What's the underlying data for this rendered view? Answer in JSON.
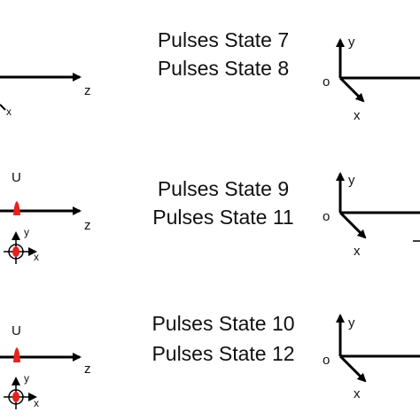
{
  "colors": {
    "line": "#000000",
    "particle": "#e8201e",
    "text": "#111111"
  },
  "icons": {
    "arrow": "arrow-icon",
    "particle": "red-particle-icon",
    "crosshair": "beam-cross-section-icon"
  },
  "rows": [
    {
      "state_lines": [
        "Pulses State 7",
        "Pulses State 8"
      ],
      "left_axis_label": "z",
      "left_corner_label": "x",
      "right_y_label": "y",
      "right_origin_label": "o",
      "right_x_label": "x"
    },
    {
      "state_lines": [
        "Pulses State 9",
        "Pulses State 11"
      ],
      "u_label": "U",
      "left_axis_label": "z",
      "small_y_label": "y",
      "small_x_label": "x",
      "right_y_label": "y",
      "right_origin_label": "o",
      "right_x_label": "x"
    },
    {
      "state_lines": [
        "Pulses State 10",
        "Pulses State 12"
      ],
      "u_label": "U",
      "left_axis_label": "z",
      "small_y_label": "y",
      "small_x_label": "x",
      "right_y_label": "y",
      "right_origin_label": "o",
      "right_x_label": "x"
    }
  ]
}
